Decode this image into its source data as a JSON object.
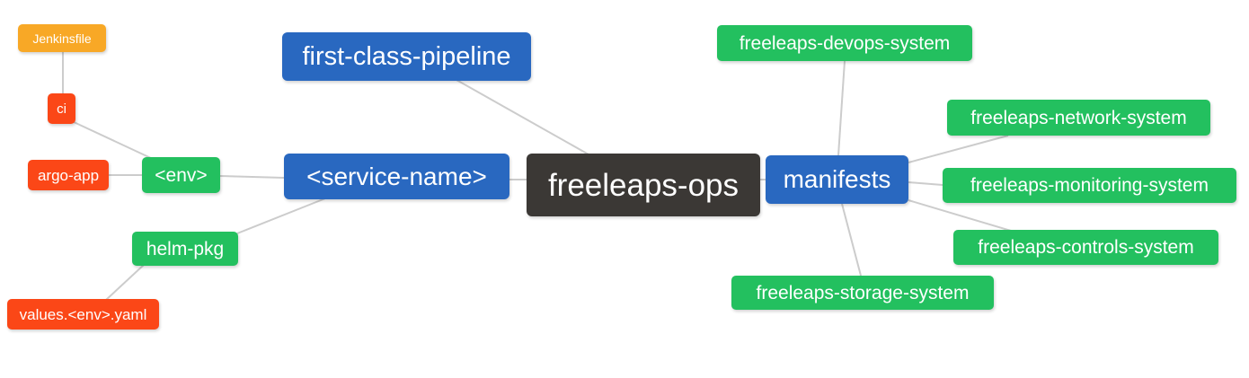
{
  "diagram": {
    "type": "mindmap",
    "root": "freeleaps-ops",
    "colors": {
      "blue": "#2968c0",
      "green": "#23c05f",
      "red": "#fb4717",
      "orange": "#f8a826",
      "dark": "#3b3835",
      "edge": "#cccccc",
      "text": "#ffffff",
      "background": "#ffffff"
    },
    "nodes": {
      "freeleaps_ops": {
        "label": "freeleaps-ops",
        "color": "dark"
      },
      "first_class_pipeline": {
        "label": "first-class-pipeline",
        "color": "blue"
      },
      "service_name": {
        "label": "<service-name>",
        "color": "blue"
      },
      "manifests": {
        "label": "manifests",
        "color": "blue"
      },
      "env": {
        "label": "<env>",
        "color": "green"
      },
      "helm_pkg": {
        "label": "helm-pkg",
        "color": "green"
      },
      "ci": {
        "label": "ci",
        "color": "red"
      },
      "argo_app": {
        "label": "argo-app",
        "color": "red"
      },
      "jenkinsfile": {
        "label": "Jenkinsfile",
        "color": "orange"
      },
      "values_env_yaml": {
        "label": "values.<env>.yaml",
        "color": "red"
      },
      "devops_system": {
        "label": "freeleaps-devops-system",
        "color": "green"
      },
      "network_system": {
        "label": "freeleaps-network-system",
        "color": "green"
      },
      "monitoring_system": {
        "label": "freeleaps-monitoring-system",
        "color": "green"
      },
      "controls_system": {
        "label": "freeleaps-controls-system",
        "color": "green"
      },
      "storage_system": {
        "label": "freeleaps-storage-system",
        "color": "green"
      }
    },
    "edges": [
      {
        "from": "jenkinsfile",
        "to": "ci"
      },
      {
        "from": "ci",
        "to": "env"
      },
      {
        "from": "argo_app",
        "to": "env"
      },
      {
        "from": "env",
        "to": "service_name"
      },
      {
        "from": "helm_pkg",
        "to": "service_name"
      },
      {
        "from": "values_env_yaml",
        "to": "helm_pkg"
      },
      {
        "from": "first_class_pipeline",
        "to": "freeleaps_ops"
      },
      {
        "from": "service_name",
        "to": "freeleaps_ops"
      },
      {
        "from": "freeleaps_ops",
        "to": "manifests"
      },
      {
        "from": "manifests",
        "to": "devops_system"
      },
      {
        "from": "manifests",
        "to": "network_system"
      },
      {
        "from": "manifests",
        "to": "monitoring_system"
      },
      {
        "from": "manifests",
        "to": "controls_system"
      },
      {
        "from": "manifests",
        "to": "storage_system"
      }
    ]
  }
}
